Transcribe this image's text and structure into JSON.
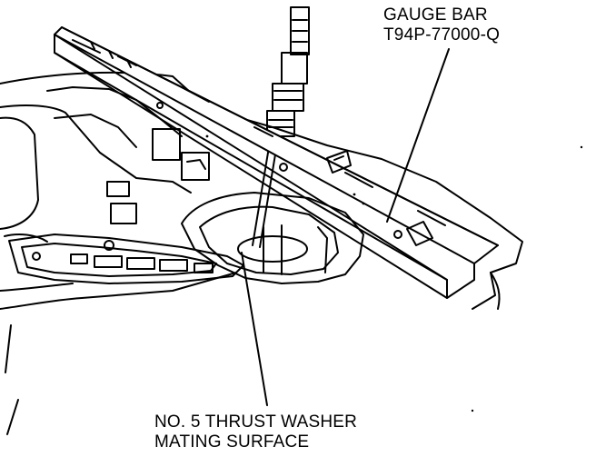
{
  "callouts": {
    "gauge_bar": {
      "line1": "GAUGE BAR",
      "line2": "T94P-77000-Q"
    },
    "thrust_washer": {
      "line1": "NO. 5 THRUST WASHER",
      "line2": "MATING SURFACE"
    }
  },
  "colors": {
    "ink": "#000000",
    "paper": "#ffffff"
  }
}
